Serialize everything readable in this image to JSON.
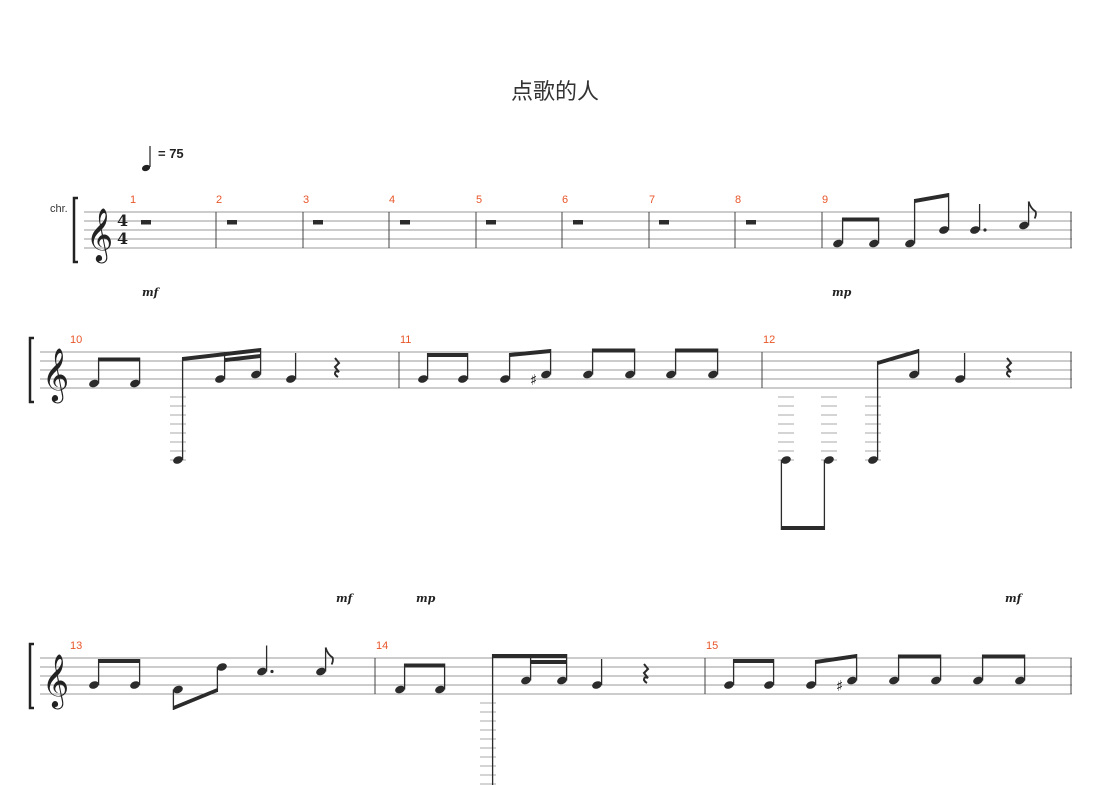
{
  "score": {
    "title": "点歌的人",
    "instrument": "chr.",
    "tempo": "= 75",
    "time_signature": {
      "top": "4",
      "bottom": "4"
    },
    "measure_numbers": [
      "1",
      "2",
      "3",
      "4",
      "5",
      "6",
      "7",
      "8",
      "9",
      "10",
      "11",
      "12",
      "13",
      "14",
      "15"
    ],
    "dynamics": [
      "mf",
      "mp",
      "mf",
      "mp",
      "mf"
    ],
    "sharp_glyph": "♯",
    "icons": [
      "treble-clef-icon",
      "quarter-note-icon",
      "half-rest-icon",
      "quarter-rest-icon"
    ]
  }
}
